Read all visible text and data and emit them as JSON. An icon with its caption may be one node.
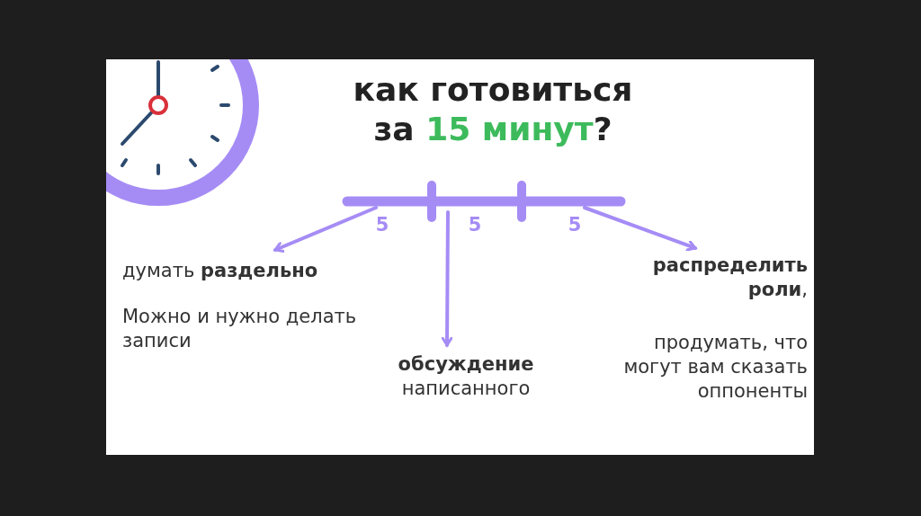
{
  "diagram": {
    "title": "как готовиться за **15 минут**?",
    "nodes": [
      {
        "text": [],
        "shape": "bar"
      },
      {
        "text": [
          "думать **раздельно**",
          "Можно и нужно делать записи"
        ]
      },
      {
        "text": [
          "**обсуждение** написанного"
        ]
      },
      {
        "text": [
          "**распределить роли**,",
          "продумать, что могут вам сказать оппоненты"
        ]
      }
    ],
    "edges": [
      {
        "from": 0,
        "to": 1,
        "arrow": "to"
      },
      {
        "from": 0,
        "to": 2,
        "arrow": "to"
      },
      {
        "from": 0,
        "to": 3,
        "arrow": "to"
      }
    ],
    "labels": [
      "5",
      "5",
      "5"
    ]
  }
}
